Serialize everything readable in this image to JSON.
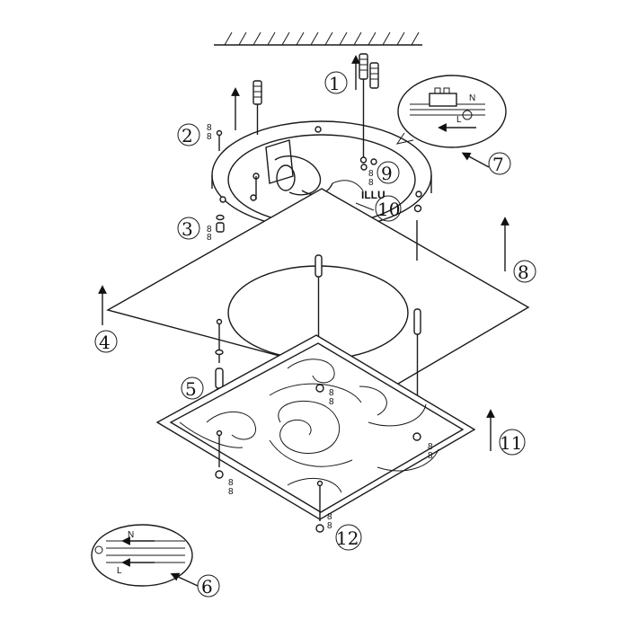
{
  "diagram": {
    "callouts": [
      {
        "id": "1",
        "label": "1"
      },
      {
        "id": "2",
        "label": "2"
      },
      {
        "id": "3",
        "label": "3"
      },
      {
        "id": "4",
        "label": "4"
      },
      {
        "id": "5",
        "label": "5"
      },
      {
        "id": "6",
        "label": "6"
      },
      {
        "id": "7",
        "label": "7"
      },
      {
        "id": "8",
        "label": "8"
      },
      {
        "id": "9",
        "label": "9"
      },
      {
        "id": "10",
        "label": "10"
      },
      {
        "id": "11",
        "label": "11"
      },
      {
        "id": "12",
        "label": "12"
      }
    ],
    "lamp_tag": "ILLU",
    "wiring": {
      "neutral": "N",
      "live": "L"
    }
  }
}
